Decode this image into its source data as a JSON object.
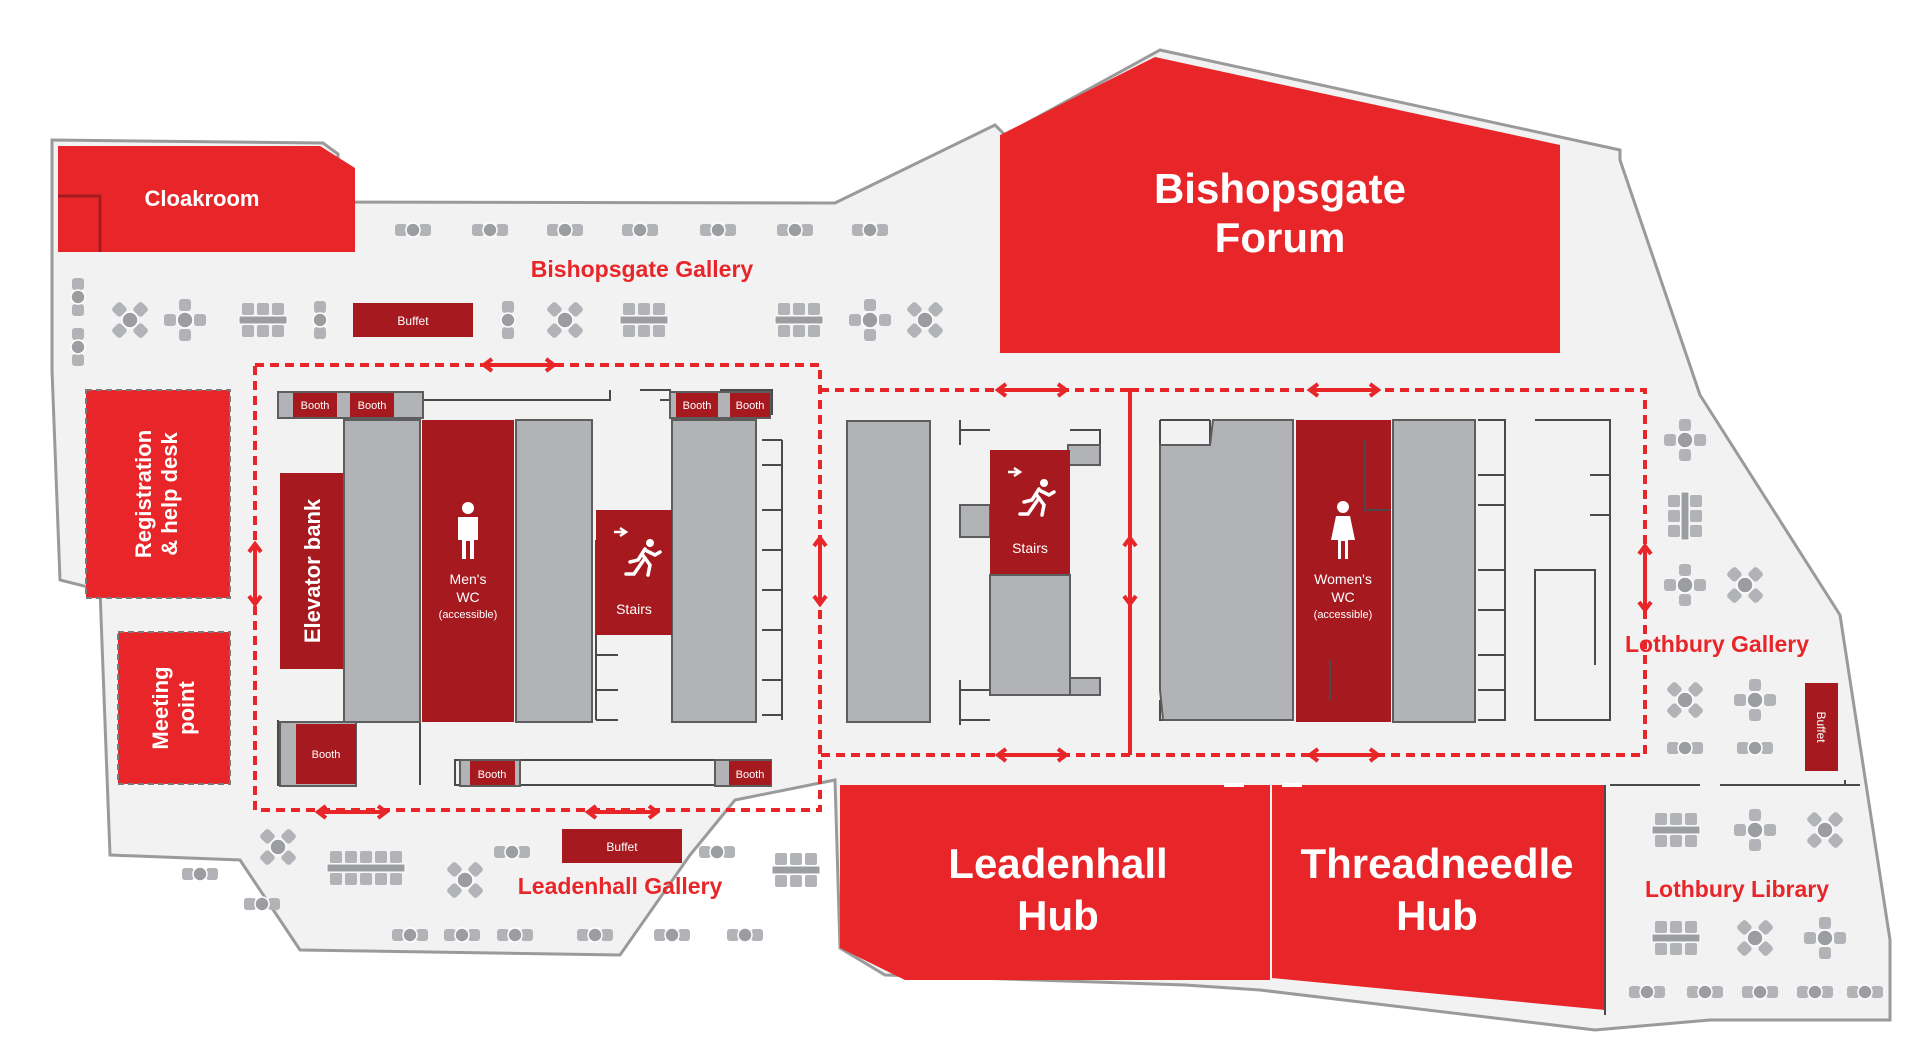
{
  "rooms": {
    "cloakroom": "Cloakroom",
    "bishopsgate_forum": [
      "Bishopsgate",
      "Forum"
    ],
    "registration": [
      "Registration",
      "& help desk"
    ],
    "meeting_point": [
      "Meeting",
      "point"
    ],
    "elevator_bank": "Elevator bank",
    "leadenhall_hub": [
      "Leadenhall",
      "Hub"
    ],
    "threadneedle_hub": [
      "Threadneedle",
      "Hub"
    ]
  },
  "galleries": {
    "bishopsgate": "Bishopsgate Gallery",
    "leadenhall": "Leadenhall Gallery",
    "lothbury": "Lothbury Gallery",
    "lothbury_library": "Lothbury Library"
  },
  "facilities": {
    "buffet": "Buffet",
    "booth": "Booth",
    "stairs": "Stairs",
    "mens_wc": [
      "Men's",
      "WC",
      "(accessible)"
    ],
    "womens_wc": [
      "Women's",
      "WC",
      "(accessible)"
    ]
  },
  "colors": {
    "accent": "#e8262a",
    "dark_accent": "#a5191f",
    "grey": "#b1b3b6"
  },
  "icons": [
    "mens-wc-icon",
    "womens-wc-icon",
    "stairs-icon",
    "two-way-arrow-icon"
  ]
}
